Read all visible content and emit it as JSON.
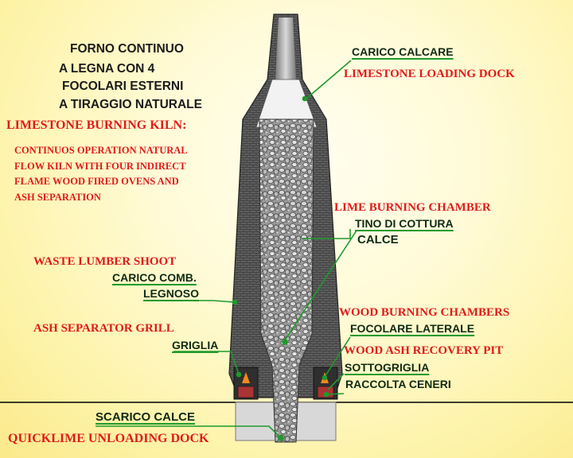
{
  "title_it": {
    "line1": "FORNO CONTINUO",
    "line2": "A LEGNA CON 4",
    "line3": "FOCOLARI ESTERNI",
    "line4": "A TIRAGGIO NATURALE"
  },
  "title_en": "LIMESTONE BURNING KILN:",
  "description_en": [
    "CONTINUOS OPERATION NATURAL",
    "FLOW KILN WITH FOUR INDIRECT",
    "FLAME WOOD FIRED OVENS AND",
    "ASH SEPARATION"
  ],
  "labels": {
    "carico_calcare": "CARICO CALCARE",
    "limestone_loading": "LIMESTONE LOADING DOCK",
    "lime_burning": "LIME BURNING CHAMBER",
    "tino_cottura": "TINO DI COTTURA",
    "calce": "CALCE",
    "waste_lumber": "WASTE LUMBER SHOOT",
    "carico_comb": "CARICO COMB.",
    "legnoso": "LEGNOSO",
    "wood_burning": "WOOD BURNING CHAMBERS",
    "focolare": "FOCOLARE LATERALE",
    "ash_grill": "ASH SEPARATOR GRILL",
    "griglia": "GRIGLIA",
    "wood_ash_pit": "WOOD ASH RECOVERY PIT",
    "sottogriglia": "SOTTOGRIGLIA",
    "raccolta": "RACCOLTA CENERI",
    "scarico": "SCARICO CALCE",
    "quicklime": "QUICKLIME UNLOADING DOCK"
  },
  "colors": {
    "italian_text": "#0f2a14",
    "english_text": "#e21a1a",
    "leader_line": "#1f9a2c",
    "flame": "#f08a1c"
  }
}
